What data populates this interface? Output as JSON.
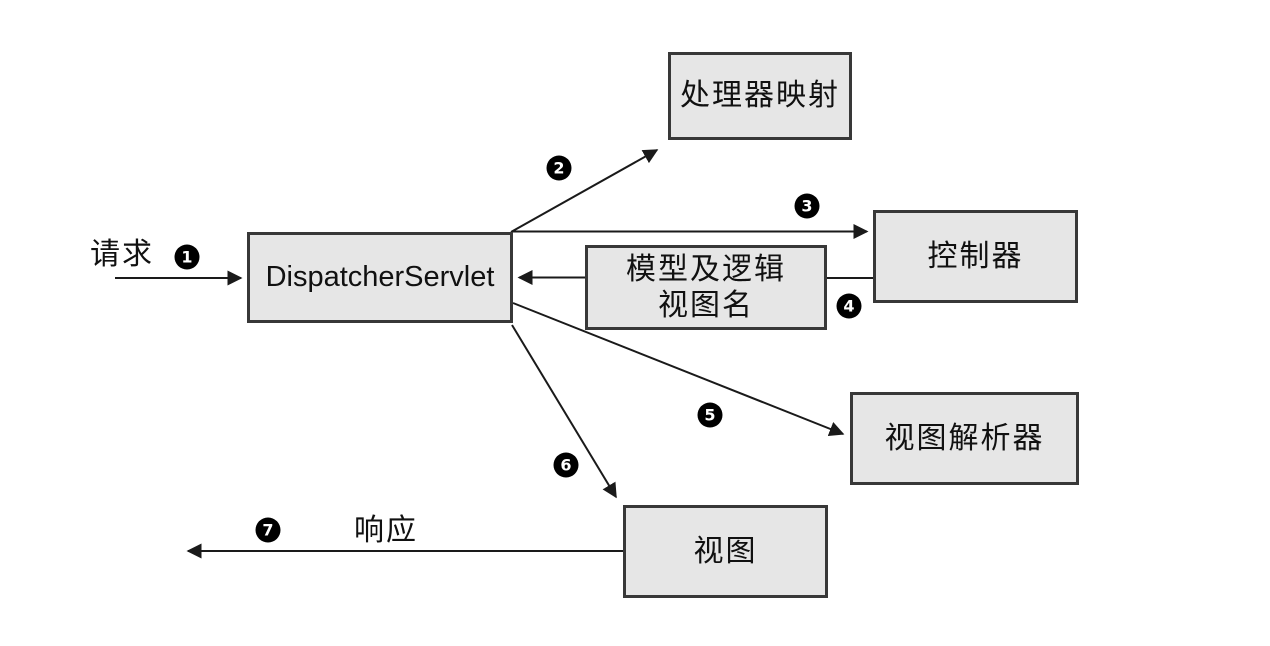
{
  "diagram": {
    "type": "flow-diagram",
    "nodes": [
      {
        "id": "dispatcher-servlet",
        "label": "DispatcherServlet"
      },
      {
        "id": "handler-mapping",
        "label": "处理器映射"
      },
      {
        "id": "controller",
        "label": "控制器"
      },
      {
        "id": "model-and-view-name",
        "label_line1": "模型及逻辑",
        "label_line2": "视图名"
      },
      {
        "id": "view-resolver",
        "label": "视图解析器"
      },
      {
        "id": "view",
        "label": "视图"
      }
    ],
    "flow_labels": {
      "request": "请求",
      "response": "响应"
    },
    "steps": [
      "1",
      "2",
      "3",
      "4",
      "5",
      "6",
      "7"
    ],
    "edges": [
      {
        "step": "1",
        "from": "request",
        "to": "dispatcher-servlet",
        "label": "请求"
      },
      {
        "step": "2",
        "from": "dispatcher-servlet",
        "to": "handler-mapping"
      },
      {
        "step": "3",
        "from": "dispatcher-servlet",
        "to": "controller"
      },
      {
        "step": "4",
        "from": "controller",
        "to": "dispatcher-servlet",
        "via": "model-and-view-name"
      },
      {
        "step": "5",
        "from": "dispatcher-servlet",
        "to": "view-resolver"
      },
      {
        "step": "6",
        "from": "dispatcher-servlet",
        "to": "view"
      },
      {
        "step": "7",
        "from": "view",
        "to": "response",
        "label": "响应"
      }
    ],
    "colors": {
      "background": "#ffffff",
      "node_fill": "#e6e6e6",
      "node_border": "#383838",
      "line": "#1a1a1a",
      "badge_background": "#000000",
      "badge_text": "#ffffff",
      "text": "#111111"
    }
  }
}
